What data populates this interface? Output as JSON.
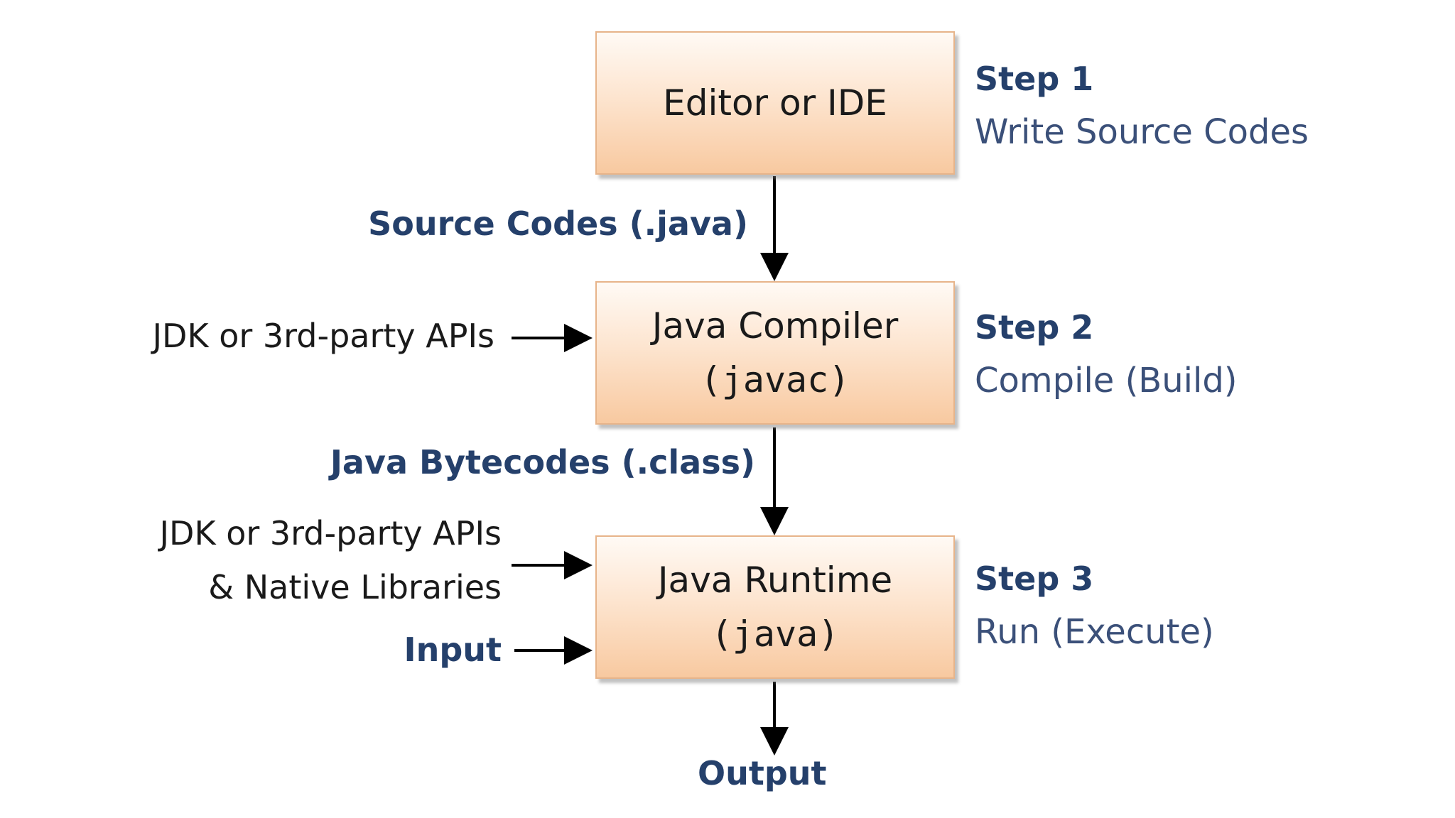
{
  "diagram": {
    "boxes": {
      "editor": {
        "label": "Editor or IDE"
      },
      "compiler": {
        "line1": "Java Compiler",
        "line2": "(javac)"
      },
      "runtime": {
        "line1": "Java Runtime",
        "line2": "(java)"
      }
    },
    "steps": [
      {
        "title": "Step 1",
        "description": "Write Source Codes"
      },
      {
        "title": "Step 2",
        "description": "Compile (Build)"
      },
      {
        "title": "Step 3",
        "description": "Run (Execute)"
      }
    ],
    "flow_labels": {
      "source_codes": "Source Codes (.java)",
      "bytecodes": "Java Bytecodes (.class)",
      "output": "Output"
    },
    "inputs": {
      "compiler_apis": "JDK or 3rd-party APIs",
      "runtime_apis_line1": "JDK or 3rd-party APIs",
      "runtime_apis_line2": "& Native Libraries",
      "runtime_input": "Input"
    },
    "colors": {
      "box_border": "#e7b48a",
      "box_fill_light": "#fffaf5",
      "box_fill_dark": "#f8c9a0",
      "label_blue": "#25406b",
      "arrow": "#000000"
    }
  }
}
